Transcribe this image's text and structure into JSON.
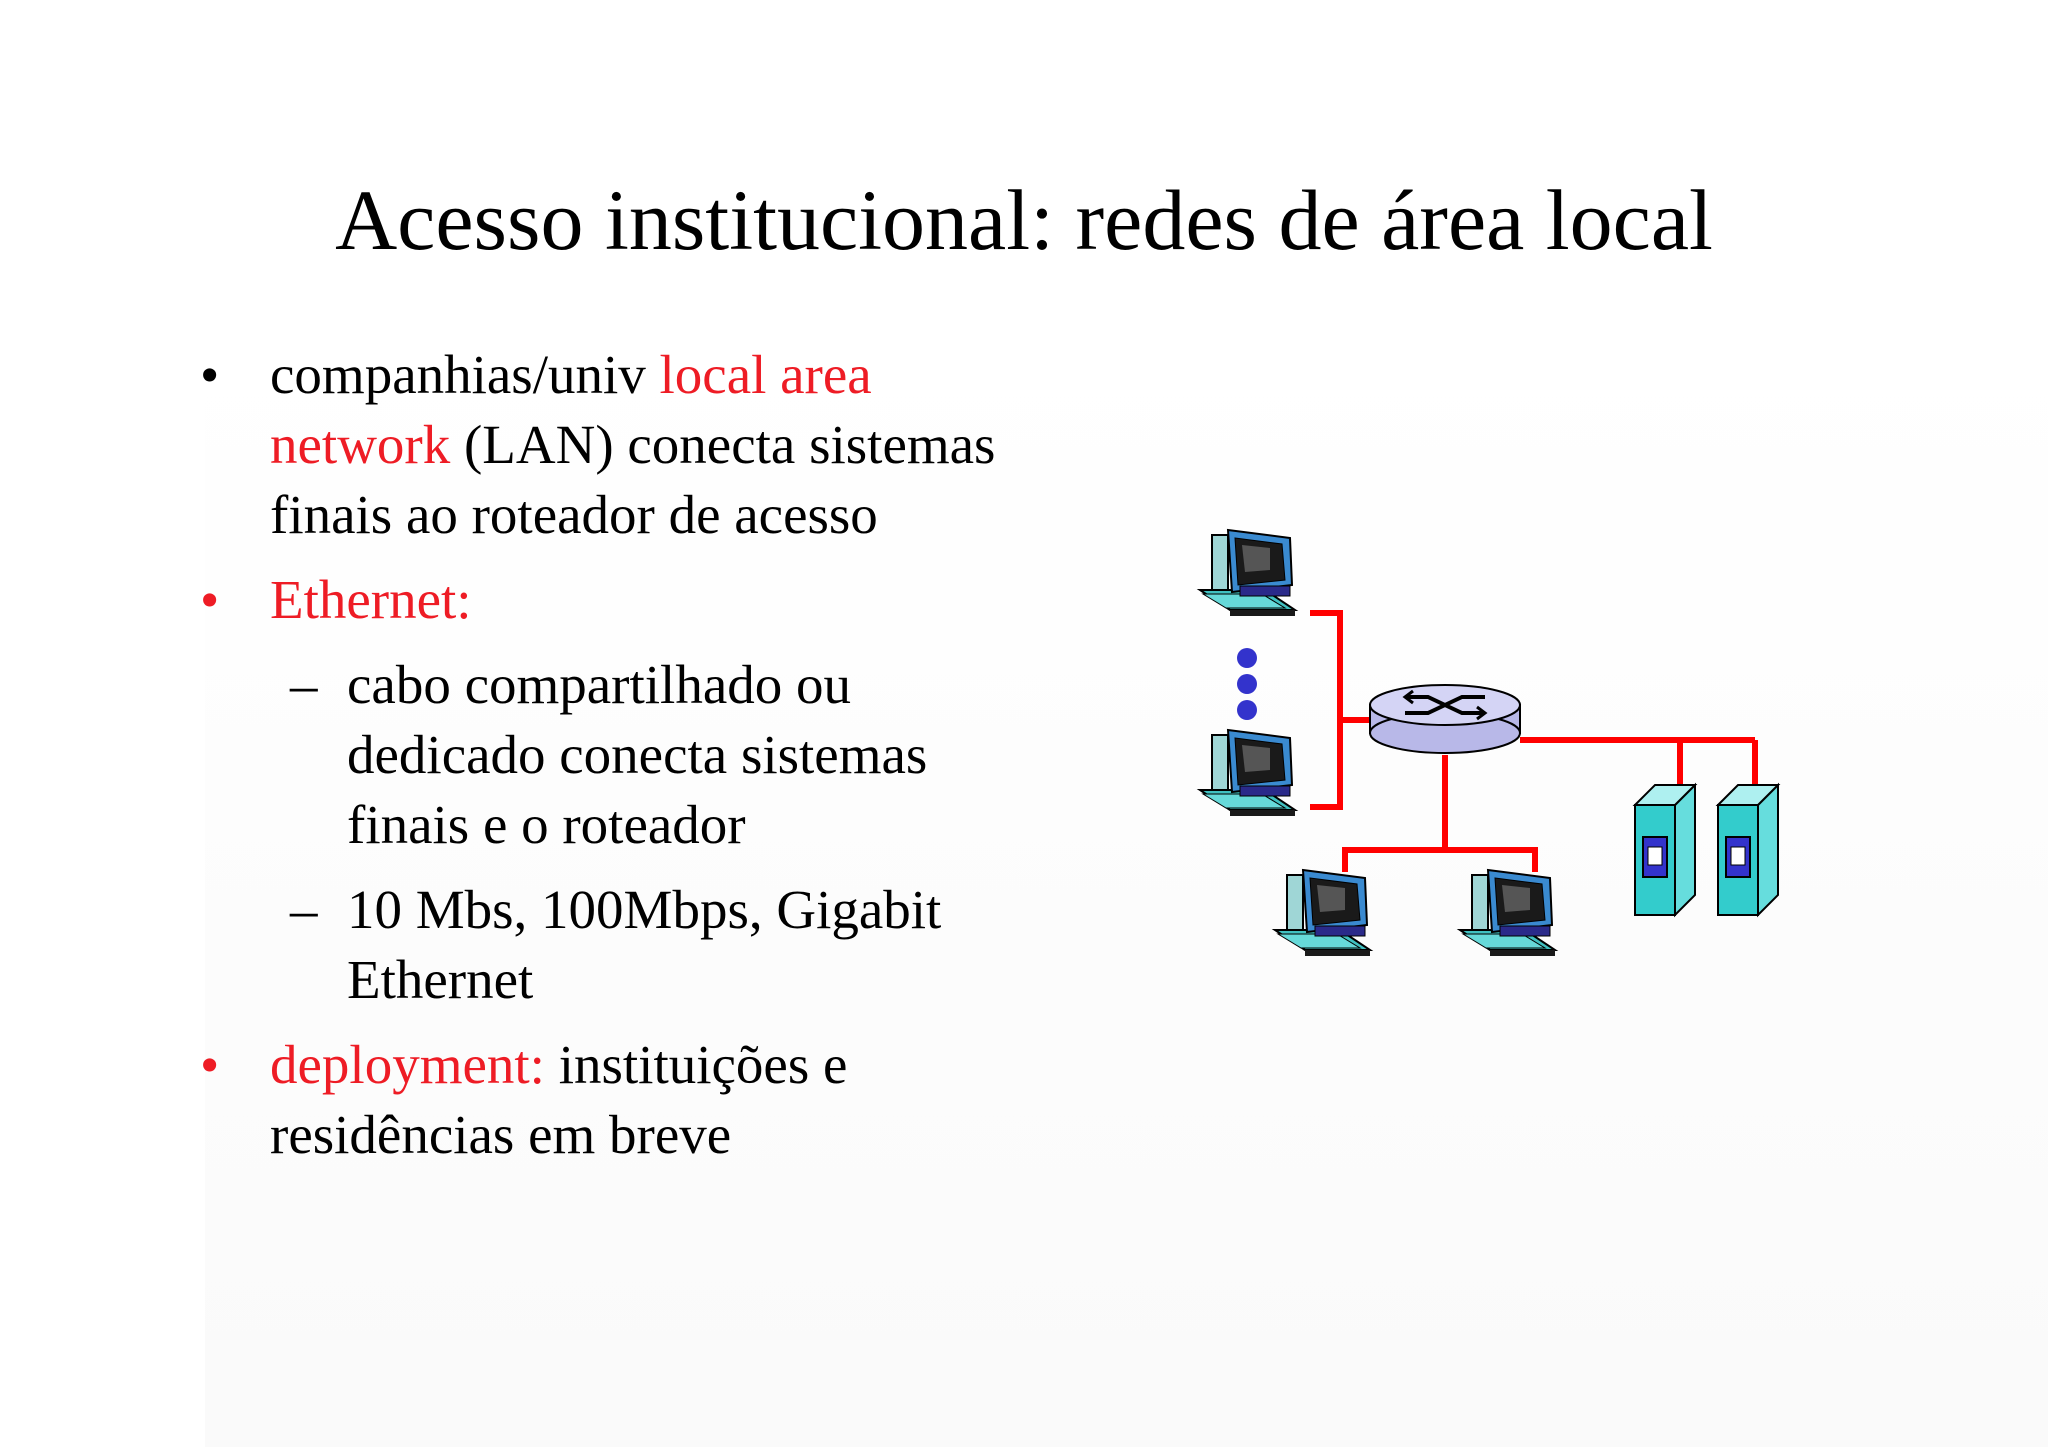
{
  "title": "Acesso institucional: redes de área local",
  "bullets": [
    {
      "marker": "•",
      "parts": [
        {
          "text": "companhias/univ ",
          "color": "black"
        },
        {
          "text": "local area",
          "color": "red"
        },
        {
          "text": "network",
          "color": "red"
        },
        {
          "text": " (LAN) conecta sistemas",
          "color": "black"
        },
        {
          "text": "finais ao roteador de acesso",
          "color": "black"
        }
      ]
    },
    {
      "marker": "•",
      "parts": [
        {
          "text": "Ethernet:",
          "color": "red"
        }
      ],
      "sub": [
        {
          "marker": "–",
          "lines": [
            "cabo compartilhado ou",
            "dedicado conecta sistemas",
            "finais e o roteador"
          ]
        },
        {
          "marker": "–",
          "lines": [
            "10 Mbs, 100Mbps, Gigabit",
            "Ethernet"
          ]
        }
      ]
    },
    {
      "marker": "•",
      "parts": [
        {
          "text": "deployment:",
          "color": "red"
        },
        {
          "text": " instituições e",
          "color": "black"
        },
        {
          "text": "residências em breve",
          "color": "black"
        }
      ]
    }
  ],
  "colors": {
    "accent_red": "#ee1c25",
    "link_red": "#ff0000",
    "router": "#c9c9f0",
    "server": "#33cccc",
    "server_window": "#3333cc",
    "dots": "#3333cc"
  },
  "diagram": {
    "icons": [
      "computer-icon",
      "router-icon",
      "server-icon",
      "ellipsis-dots"
    ]
  }
}
